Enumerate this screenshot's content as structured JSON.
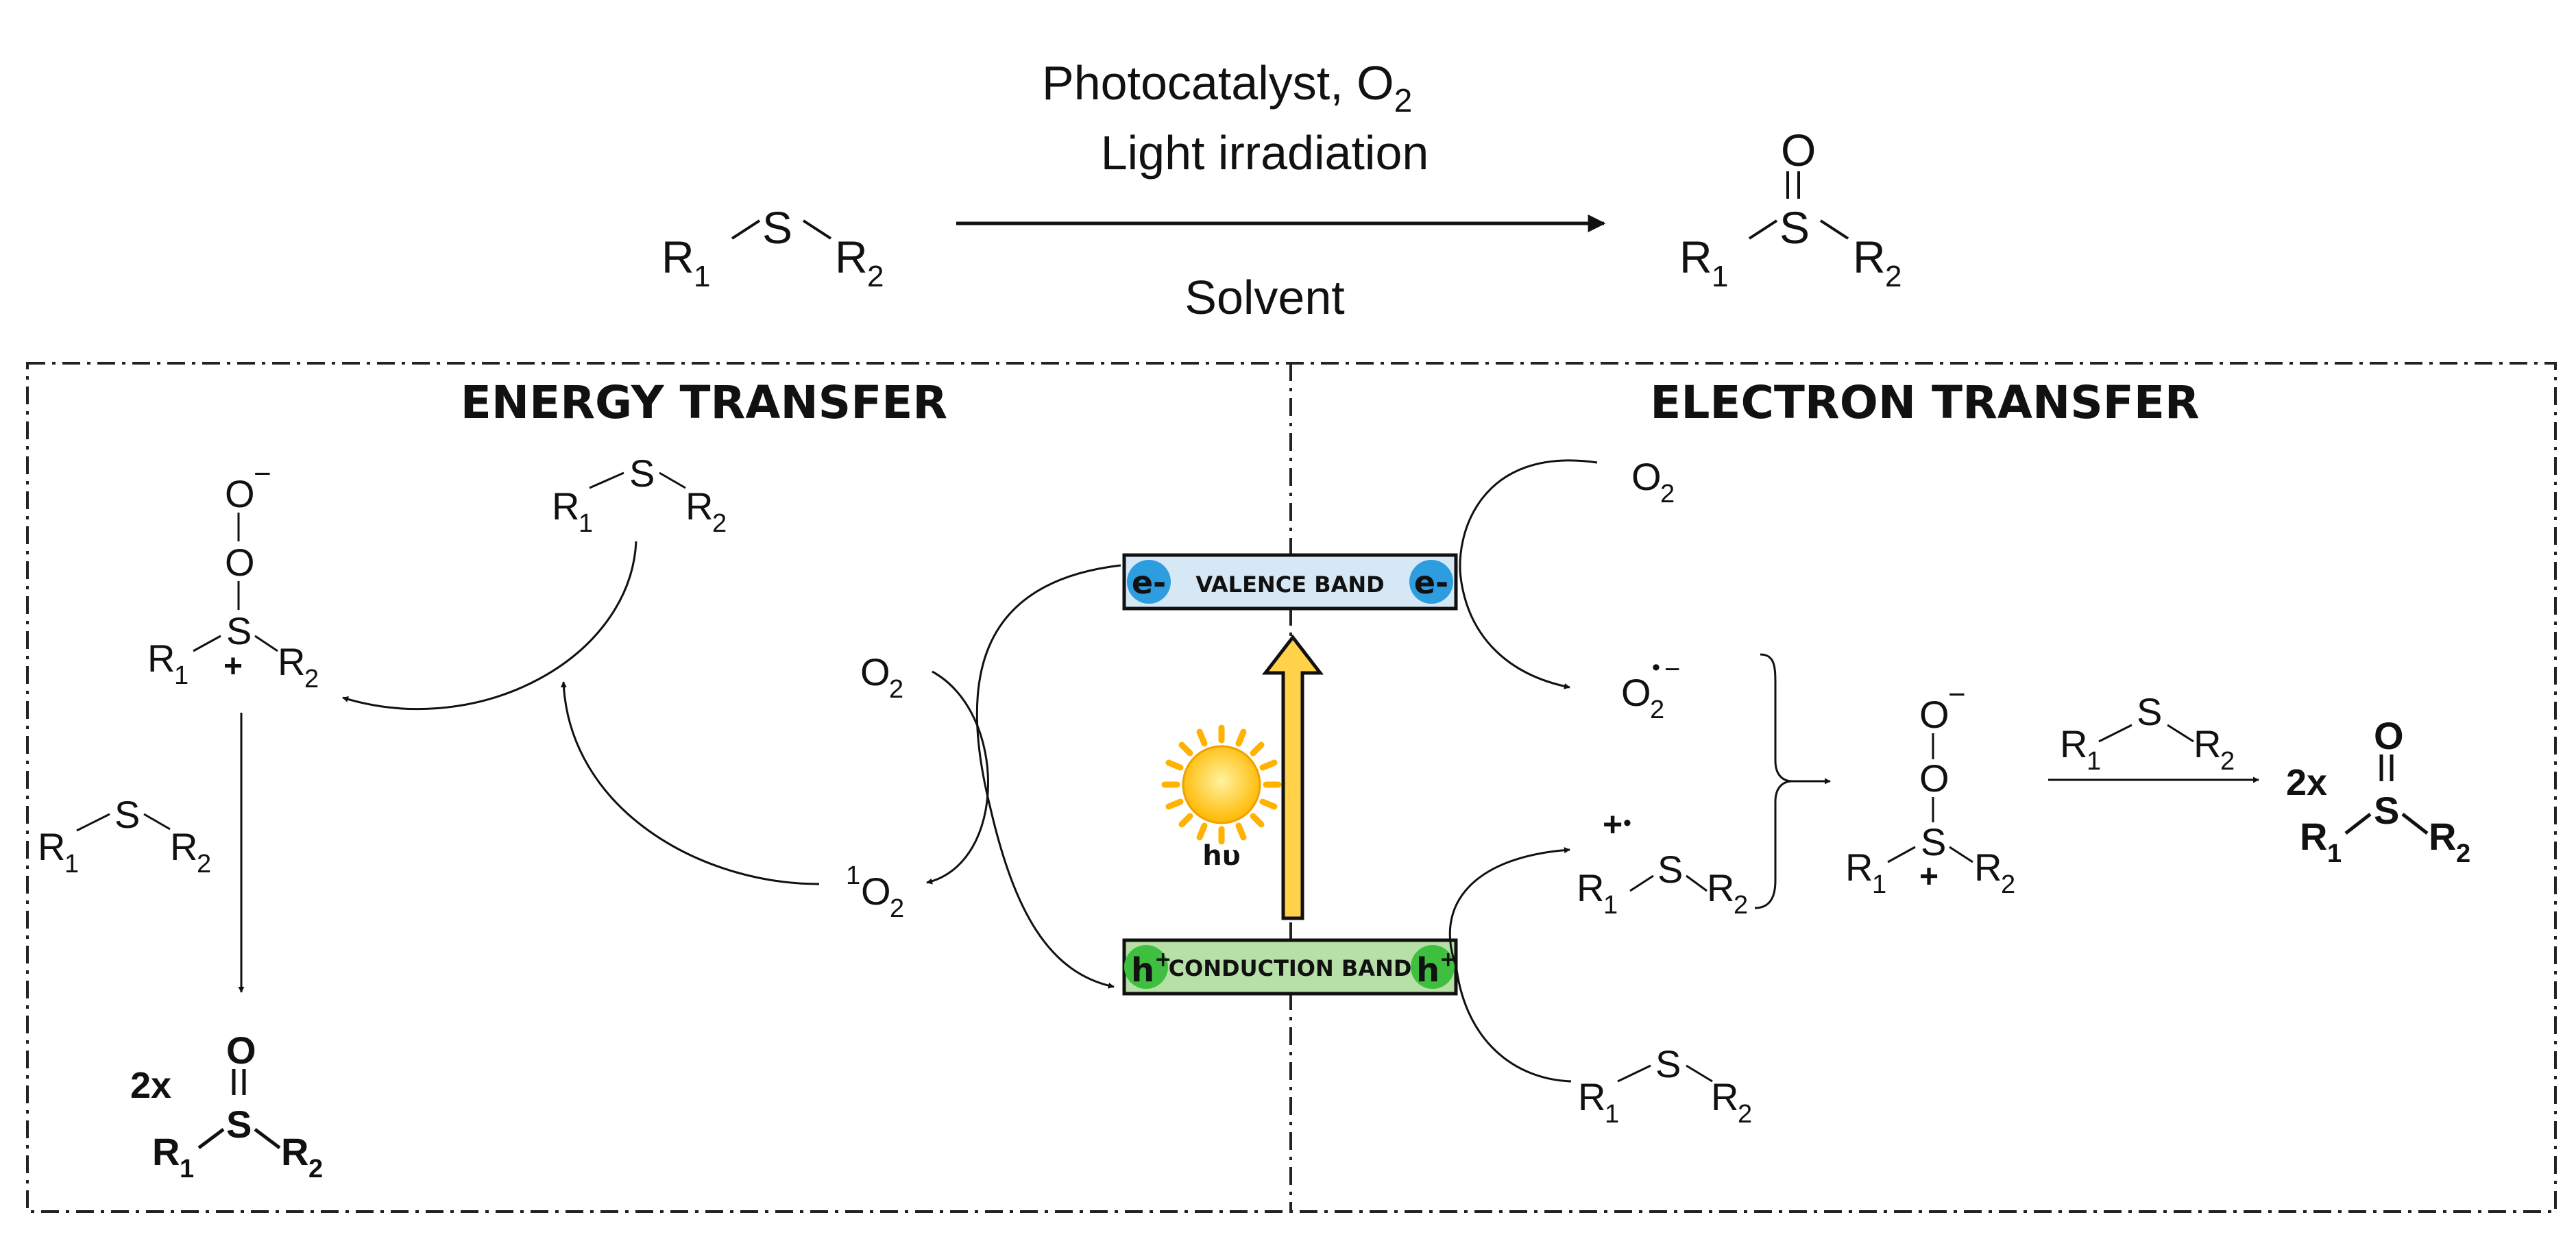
{
  "top": {
    "reactant": {
      "R1": "R",
      "sub1": "1",
      "S": "S",
      "R2": "R",
      "sub2": "2"
    },
    "cond_line1_a": "Photocatalyst, O",
    "cond_line1_sub": "2",
    "cond_line2": "Light irradiation",
    "cond_below": "Solvent",
    "product": {
      "O": "O",
      "S": "S",
      "R1": "R",
      "sub1": "1",
      "R2": "R",
      "sub2": "2"
    }
  },
  "energy_transfer": {
    "title": "ENERGY TRANSFER",
    "sulfide": {
      "R1": "R",
      "sub1": "1",
      "S": "S",
      "R2": "R",
      "sub2": "2"
    },
    "peroxy": {
      "O_minus": "O",
      "minus": "−",
      "O": "O",
      "S": "S",
      "plus": "+",
      "R1": "R",
      "sub1": "1",
      "R2": "R",
      "sub2": "2"
    },
    "sulfide2": {
      "R1": "R",
      "sub1": "1",
      "S": "S",
      "R2": "R",
      "sub2": "2"
    },
    "product": {
      "coef": "2x",
      "O": "O",
      "S": "S",
      "R1": "R",
      "sub1": "1",
      "R2": "R",
      "sub2": "2"
    },
    "o2": {
      "O": "O",
      "sub": "2"
    },
    "singlet_o2": {
      "sup": "1",
      "O": "O",
      "sub": "2"
    }
  },
  "catalyst": {
    "vb_label": "VALENCE BAND",
    "cb_label": "CONDUCTION BAND",
    "electron": "e-",
    "hole": "h",
    "hole_sup": "+",
    "light": "hυ",
    "colors": {
      "vb_fill": "#d6e8f5",
      "cb_fill": "#b6e0a8",
      "electron": "#2e9de0",
      "hole": "#3fbf3f",
      "arrow": "#ffd24a",
      "sun": "#ffc400"
    }
  },
  "electron_transfer": {
    "title": "ELECTRON TRANSFER",
    "o2": {
      "O": "O",
      "sub": "2"
    },
    "superoxide": {
      "O": "O",
      "sub": "2",
      "dot": "•",
      "minus": "−"
    },
    "radical_cation": {
      "plus": "+",
      "dot": "•",
      "S": "S",
      "R1": "R",
      "sub1": "1",
      "R2": "R",
      "sub2": "2"
    },
    "sulfide_low": {
      "R1": "R",
      "sub1": "1",
      "S": "S",
      "R2": "R",
      "sub2": "2"
    },
    "peroxy": {
      "O_minus": "O",
      "minus": "−",
      "O": "O",
      "S": "S",
      "plus": "+",
      "R1": "R",
      "sub1": "1",
      "R2": "R",
      "sub2": "2"
    },
    "sulfide_arrow": {
      "R1": "R",
      "sub1": "1",
      "S": "S",
      "R2": "R",
      "sub2": "2"
    },
    "product": {
      "coef": "2x",
      "O": "O",
      "S": "S",
      "R1": "R",
      "sub1": "1",
      "R2": "R",
      "sub2": "2"
    }
  }
}
